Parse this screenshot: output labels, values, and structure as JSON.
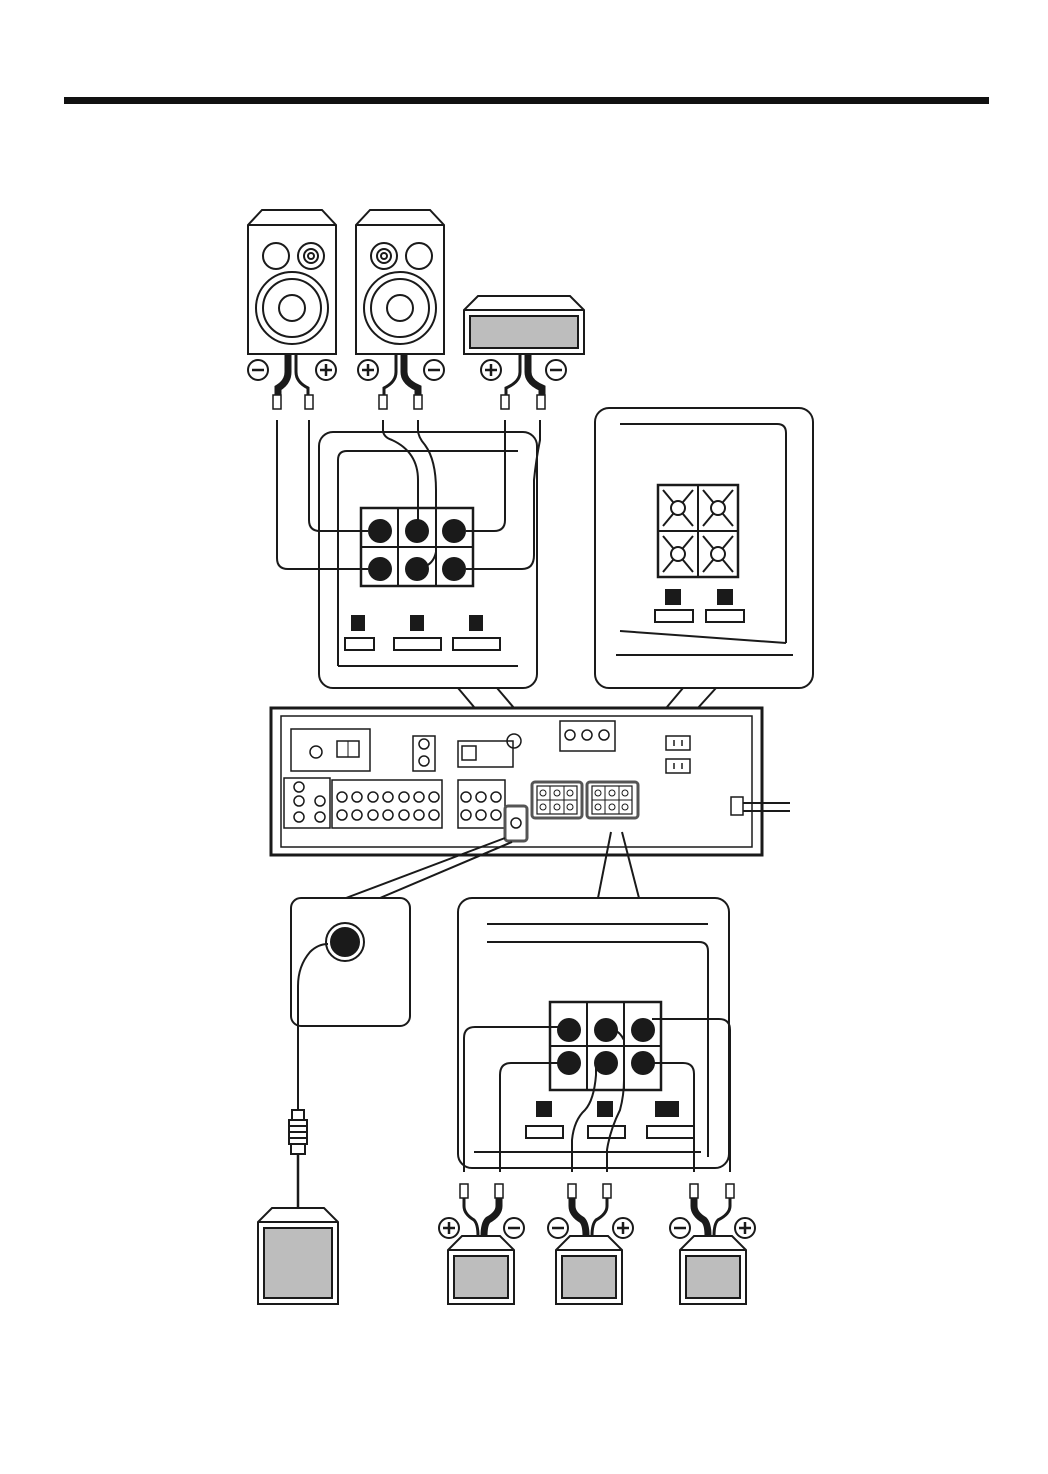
{
  "figure": {
    "kind": "speaker-connection-diagram",
    "polarity_symbols": {
      "positive": "+",
      "negative": "−"
    }
  },
  "speakers": {
    "front_left": {
      "shape": "bookshelf-speaker",
      "polarity_order": [
        "negative",
        "positive"
      ]
    },
    "front_right": {
      "shape": "bookshelf-speaker",
      "polarity_order": [
        "positive",
        "negative"
      ]
    },
    "center": {
      "shape": "center-speaker",
      "polarity_order": [
        "positive",
        "negative"
      ]
    },
    "subwoofer": {
      "shape": "subwoofer-box",
      "connection": "rca-cable"
    },
    "surround_left": {
      "shape": "small-speaker",
      "polarity_order": [
        "positive",
        "negative"
      ]
    },
    "surround_right": {
      "shape": "small-speaker",
      "polarity_order": [
        "negative",
        "positive"
      ]
    },
    "surround_back": {
      "shape": "small-speaker",
      "polarity_order": [
        "negative",
        "positive"
      ]
    }
  },
  "callouts": {
    "front_terminals": {
      "grid": "3x2",
      "label_slots": 3
    },
    "b_terminals": {
      "grid": "2x2",
      "label_slots": 2
    },
    "surround_terminals": {
      "grid": "3x2",
      "label_slots": 3
    },
    "subwoofer_jack": {
      "type": "rca-output"
    }
  },
  "colors": {
    "line": "#1a1a1a",
    "fill_gray": "#bdbdbd",
    "background": "#ffffff"
  }
}
